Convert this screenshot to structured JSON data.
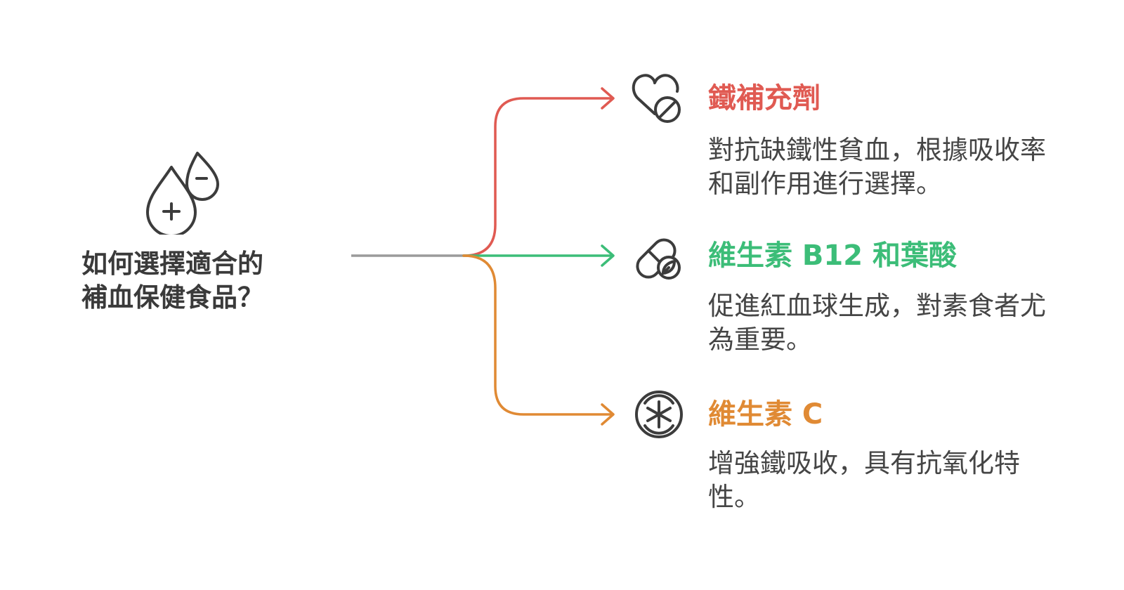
{
  "root": {
    "title": "如何選擇適合的\n補血保健食品？",
    "icon": "blood-drops-icon"
  },
  "branches": [
    {
      "title": "鐵補充劑",
      "description": "對抗缺鐵性貧血，根據吸收率\n和副作用進行選擇。",
      "color": "#e05a52",
      "icon": "heart-pill-icon"
    },
    {
      "title": "維生素 B12 和葉酸",
      "description": "促進紅血球生成，對素食者尤\n為重要。",
      "color": "#3cbd78",
      "icon": "capsule-leaf-icon"
    },
    {
      "title": "維生素 C",
      "description": "增強鐵吸收，具有抗氧化特\n性。",
      "color": "#e08a34",
      "icon": "citrus-slice-icon"
    }
  ],
  "colors": {
    "trunk": "#9a9a9a",
    "icon_stroke": "#3c3c3c"
  }
}
